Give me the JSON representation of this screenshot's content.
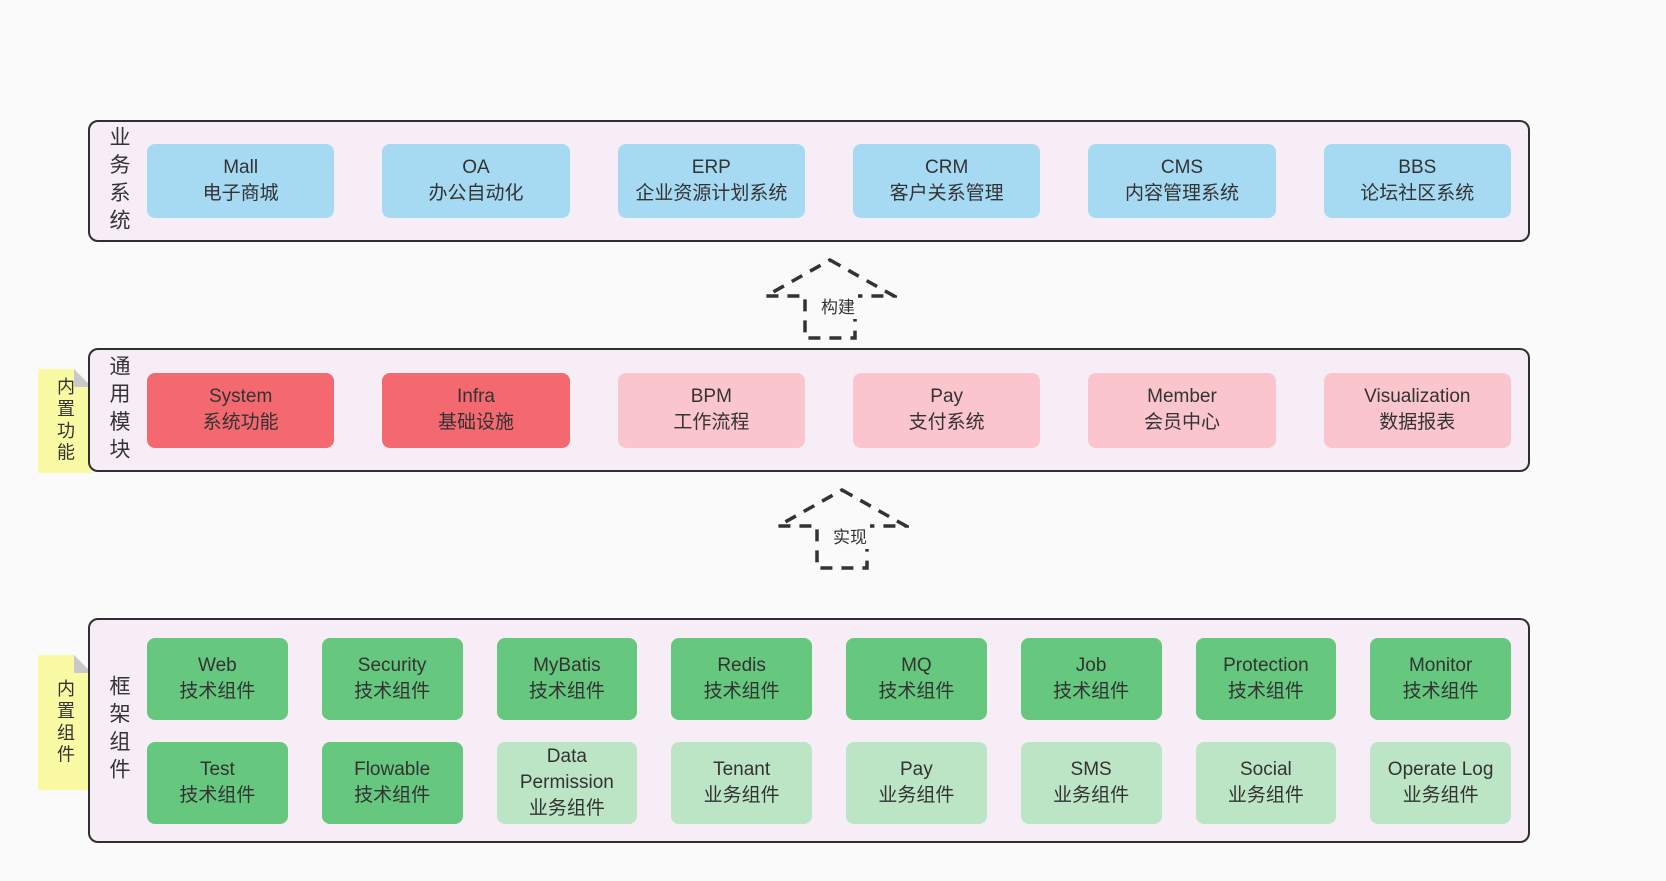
{
  "colors": {
    "page_bg": "#fafafa",
    "band_bg": "#f7edf6",
    "band_border": "#2f2f2f",
    "blue_box": "#a6daf3",
    "red_box": "#f4696f",
    "pink_box": "#fac5cd",
    "green_dark_box": "#66c77e",
    "green_light_box": "#bce5c6",
    "tag_yellow": "#fafaa4",
    "tag_fold_gray": "#c9c9c9",
    "text": "#333333"
  },
  "arrows": {
    "build": "构建",
    "implement": "实现"
  },
  "business_band": {
    "label": "业务系统",
    "boxes": [
      {
        "en": "Mall",
        "zh": "电子商城"
      },
      {
        "en": "OA",
        "zh": "办公自动化"
      },
      {
        "en": "ERP",
        "zh": "企业资源计划系统"
      },
      {
        "en": "CRM",
        "zh": "客户关系管理"
      },
      {
        "en": "CMS",
        "zh": "内容管理系统"
      },
      {
        "en": "BBS",
        "zh": "论坛社区系统"
      }
    ]
  },
  "modules_band": {
    "label": "通用模块",
    "tag": "内置功能",
    "boxes": [
      {
        "en": "System",
        "zh": "系统功能"
      },
      {
        "en": "Infra",
        "zh": "基础设施"
      },
      {
        "en": "BPM",
        "zh": "工作流程"
      },
      {
        "en": "Pay",
        "zh": "支付系统"
      },
      {
        "en": "Member",
        "zh": "会员中心"
      },
      {
        "en": "Visualization",
        "zh": "数据报表"
      }
    ]
  },
  "framework_band": {
    "label": "框架组件",
    "tag": "内置组件",
    "row1": [
      {
        "en": "Web",
        "zh": "技术组件"
      },
      {
        "en": "Security",
        "zh": "技术组件"
      },
      {
        "en": "MyBatis",
        "zh": "技术组件"
      },
      {
        "en": "Redis",
        "zh": "技术组件"
      },
      {
        "en": "MQ",
        "zh": "技术组件"
      },
      {
        "en": "Job",
        "zh": "技术组件"
      },
      {
        "en": "Protection",
        "zh": "技术组件"
      },
      {
        "en": "Monitor",
        "zh": "技术组件"
      }
    ],
    "row2": [
      {
        "en": "Test",
        "zh": "技术组件"
      },
      {
        "en": "Flowable",
        "zh": "技术组件"
      },
      {
        "en": "Data Permission",
        "zh": "业务组件"
      },
      {
        "en": "Tenant",
        "zh": "业务组件"
      },
      {
        "en": "Pay",
        "zh": "业务组件"
      },
      {
        "en": "SMS",
        "zh": "业务组件"
      },
      {
        "en": "Social",
        "zh": "业务组件"
      },
      {
        "en": "Operate Log",
        "zh": "业务组件"
      }
    ]
  }
}
